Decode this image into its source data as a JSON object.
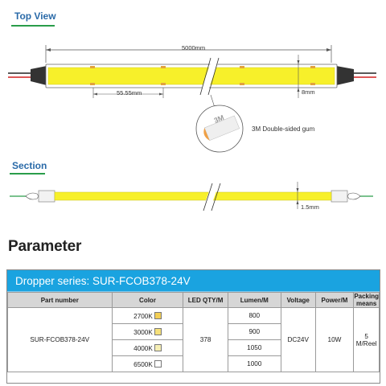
{
  "top_view": {
    "title": "Top View",
    "length_label": "5000mm",
    "pitch_label": "55.55mm",
    "width_label": "8mm",
    "gum_text": "3M",
    "gum_label": "3M Double-sided gum"
  },
  "section": {
    "title": "Section",
    "thickness_label": "1.5mm"
  },
  "parameter": {
    "title": "Parameter",
    "series": "Dropper series: SUR-FCOB378-24V",
    "headers": [
      "Part number",
      "Color",
      "LED QTY/M",
      "Lumen/M",
      "Voltage",
      "Power/M",
      "Packing means"
    ],
    "part_number": "SUR-FCOB378-24V",
    "colors": [
      {
        "label": "2700K",
        "swatch": "#f3cf55"
      },
      {
        "label": "3000K",
        "swatch": "#f6e07a"
      },
      {
        "label": "4000K",
        "swatch": "#f6efb5"
      },
      {
        "label": "6500K",
        "swatch": "#ffffff"
      }
    ],
    "led_qty": "378",
    "lumens": [
      "800",
      "900",
      "1050",
      "1000"
    ],
    "voltage": "DC24V",
    "power": "10W",
    "packing": "5 M/Reel"
  },
  "colors": {
    "strip_yellow": "#f7f02a",
    "header_blue": "#1aa3e0",
    "title_blue": "#2a6aa8",
    "underline_green": "#2a9d4a"
  }
}
